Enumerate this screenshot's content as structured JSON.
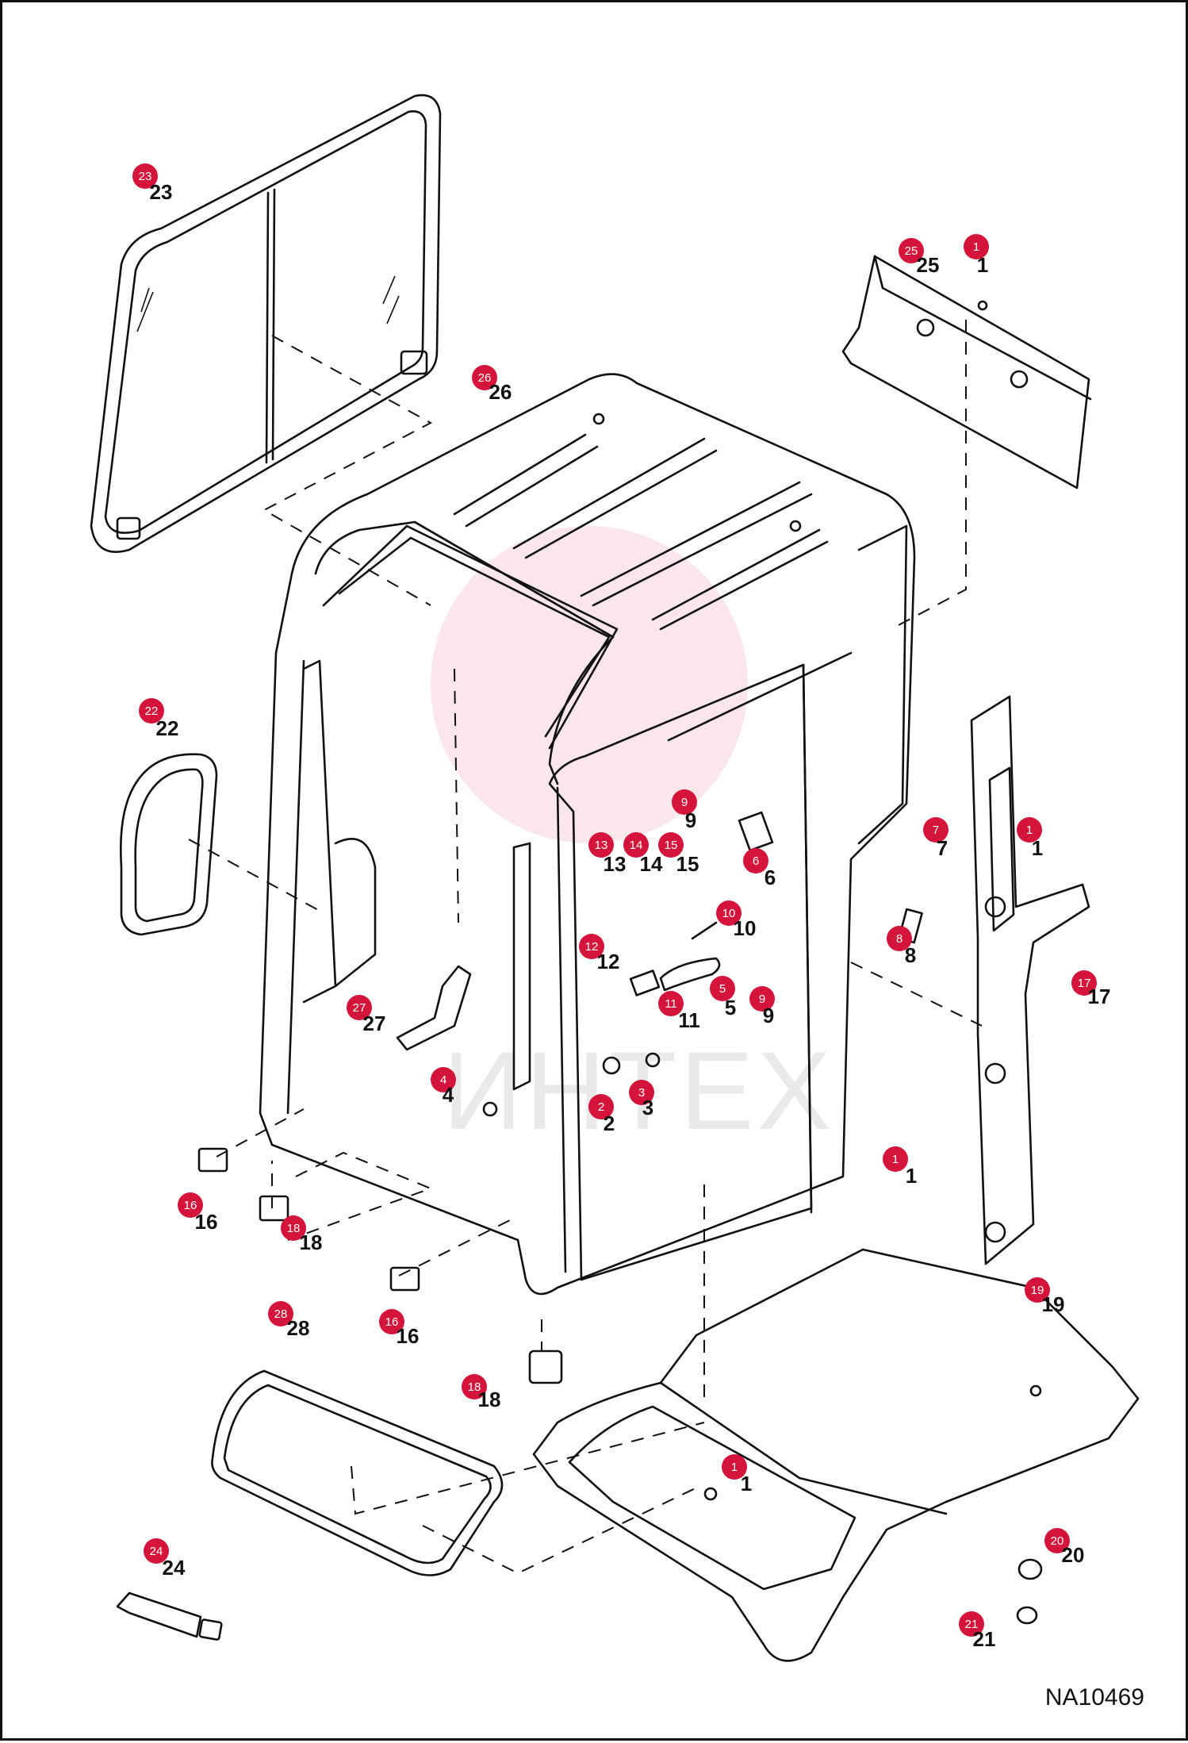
{
  "drawing_code": "NA10469",
  "watermark_text": "ИНТЕХ",
  "badge_color": "#d4143a",
  "callouts": [
    {
      "id": "c23",
      "num": "23"
    },
    {
      "id": "c25",
      "num": "25"
    },
    {
      "id": "c1a",
      "num": "1"
    },
    {
      "id": "c26",
      "num": "26"
    },
    {
      "id": "c22",
      "num": "22"
    },
    {
      "id": "c9a",
      "num": "9"
    },
    {
      "id": "c13",
      "num": "13"
    },
    {
      "id": "c14",
      "num": "14"
    },
    {
      "id": "c15",
      "num": "15"
    },
    {
      "id": "c6",
      "num": "6"
    },
    {
      "id": "c10",
      "num": "10"
    },
    {
      "id": "c12",
      "num": "12"
    },
    {
      "id": "c5",
      "num": "5"
    },
    {
      "id": "c9b",
      "num": "9"
    },
    {
      "id": "c11",
      "num": "11"
    },
    {
      "id": "c7",
      "num": "7"
    },
    {
      "id": "c1b",
      "num": "1"
    },
    {
      "id": "c8",
      "num": "8"
    },
    {
      "id": "c17",
      "num": "17"
    },
    {
      "id": "c27",
      "num": "27"
    },
    {
      "id": "c4",
      "num": "4"
    },
    {
      "id": "c3",
      "num": "3"
    },
    {
      "id": "c2",
      "num": "2"
    },
    {
      "id": "c1c",
      "num": "1"
    },
    {
      "id": "c16a",
      "num": "16"
    },
    {
      "id": "c18a",
      "num": "18"
    },
    {
      "id": "c19",
      "num": "19"
    },
    {
      "id": "c16b",
      "num": "16"
    },
    {
      "id": "c28",
      "num": "28"
    },
    {
      "id": "c18b",
      "num": "18"
    },
    {
      "id": "c1d",
      "num": "1"
    },
    {
      "id": "c20",
      "num": "20"
    },
    {
      "id": "c24",
      "num": "24"
    },
    {
      "id": "c21",
      "num": "21"
    }
  ]
}
